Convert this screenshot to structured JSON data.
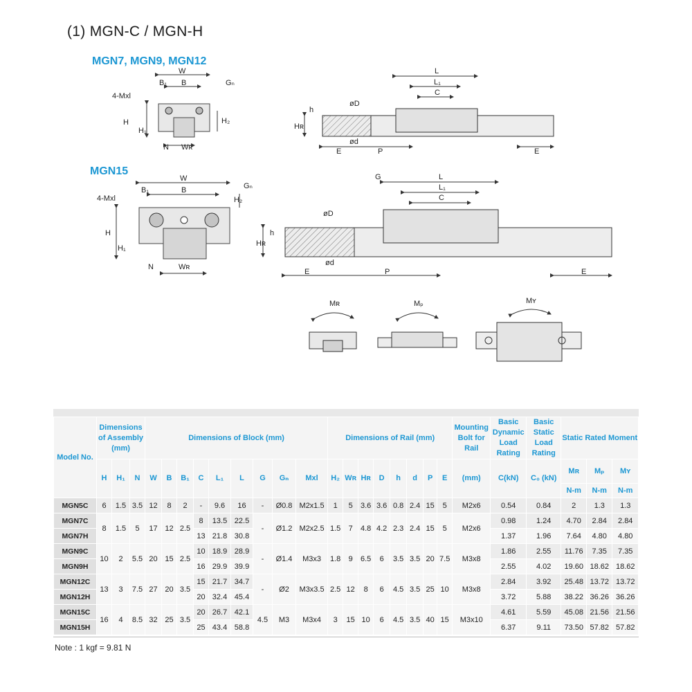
{
  "title": "(1) MGN-C / MGN-H",
  "diagram": {
    "sub1": "MGN7, MGN9, MGN12",
    "sub2": "MGN15",
    "labels": {
      "W": "W",
      "B": "B",
      "B1": "B₁",
      "Gn": "Gₙ",
      "Mxl": "4-Mxl",
      "H": "H",
      "H1": "H₁",
      "H2": "H₂",
      "N": "N",
      "WR": "Wʀ",
      "L": "L",
      "L1": "L₁",
      "C": "C",
      "phiD": "øD",
      "phid": "ød",
      "h": "h",
      "HR": "Hʀ",
      "E": "E",
      "P": "P",
      "G": "G",
      "MR": "Mʀ",
      "MP": "Mₚ",
      "MY": "Mʏ"
    }
  },
  "table": {
    "headers": {
      "model": "Model No.",
      "assembly": "Dimensions of Assembly (mm)",
      "block": "Dimensions of Block (mm)",
      "rail": "Dimensions of Rail (mm)",
      "bolt": "Mounting Bolt for Rail",
      "dynamic": "Basic Dynamic Load Rating",
      "static": "Basic Static Load Rating",
      "moment": "Static Rated Moment",
      "H": "H",
      "H1": "H₁",
      "N": "N",
      "W": "W",
      "B": "B",
      "B1": "B₁",
      "C": "C",
      "L1": "L₁",
      "L": "L",
      "G": "G",
      "Gn": "Gₙ",
      "Mxl": "Mxl",
      "H2": "H₂",
      "WR": "Wʀ",
      "HR": "Hʀ",
      "D": "D",
      "h": "h",
      "d": "d",
      "P": "P",
      "E": "E",
      "bolt_unit": "(mm)",
      "ckn": "C(kN)",
      "c0kn": "C₀ (kN)",
      "MR": "Mʀ",
      "MP": "Mₚ",
      "MY": "Mʏ",
      "nm1": "N-m",
      "nm2": "N-m",
      "nm3": "N-m"
    },
    "groups": [
      {
        "H": "6",
        "H1": "1.5",
        "N": "3.5",
        "W": "12",
        "B": "8",
        "B1": "2",
        "G": "-",
        "Gn": "Ø0.8",
        "Mxl": "M2x1.5",
        "H2": "1",
        "WR": "5",
        "HR": "3.6",
        "D": "3.6",
        "h": "0.8",
        "d": "2.4",
        "P": "15",
        "E": "5",
        "bolt": "M2x6",
        "rows": [
          {
            "model": "MGN5C",
            "C": "-",
            "L1": "9.6",
            "L": "16",
            "ckn": "0.54",
            "c0kn": "0.84",
            "MR": "2",
            "MP": "1.3",
            "MY": "1.3"
          }
        ]
      },
      {
        "H": "8",
        "H1": "1.5",
        "N": "5",
        "W": "17",
        "B": "12",
        "B1": "2.5",
        "G": "-",
        "Gn": "Ø1.2",
        "Mxl": "M2x2.5",
        "H2": "1.5",
        "WR": "7",
        "HR": "4.8",
        "D": "4.2",
        "h": "2.3",
        "d": "2.4",
        "P": "15",
        "E": "5",
        "bolt": "M2x6",
        "rows": [
          {
            "model": "MGN7C",
            "C": "8",
            "L1": "13.5",
            "L": "22.5",
            "ckn": "0.98",
            "c0kn": "1.24",
            "MR": "4.70",
            "MP": "2.84",
            "MY": "2.84"
          },
          {
            "model": "MGN7H",
            "C": "13",
            "L1": "21.8",
            "L": "30.8",
            "ckn": "1.37",
            "c0kn": "1.96",
            "MR": "7.64",
            "MP": "4.80",
            "MY": "4.80"
          }
        ]
      },
      {
        "H": "10",
        "H1": "2",
        "N": "5.5",
        "W": "20",
        "B": "15",
        "B1": "2.5",
        "G": "-",
        "Gn": "Ø1.4",
        "Mxl": "M3x3",
        "H2": "1.8",
        "WR": "9",
        "HR": "6.5",
        "D": "6",
        "h": "3.5",
        "d": "3.5",
        "P": "20",
        "E": "7.5",
        "bolt": "M3x8",
        "rows": [
          {
            "model": "MGN9C",
            "C": "10",
            "L1": "18.9",
            "L": "28.9",
            "ckn": "1.86",
            "c0kn": "2.55",
            "MR": "11.76",
            "MP": "7.35",
            "MY": "7.35"
          },
          {
            "model": "MGN9H",
            "C": "16",
            "L1": "29.9",
            "L": "39.9",
            "ckn": "2.55",
            "c0kn": "4.02",
            "MR": "19.60",
            "MP": "18.62",
            "MY": "18.62"
          }
        ]
      },
      {
        "H": "13",
        "H1": "3",
        "N": "7.5",
        "W": "27",
        "B": "20",
        "B1": "3.5",
        "G": "-",
        "Gn": "Ø2",
        "Mxl": "M3x3.5",
        "H2": "2.5",
        "WR": "12",
        "HR": "8",
        "D": "6",
        "h": "4.5",
        "d": "3.5",
        "P": "25",
        "E": "10",
        "bolt": "M3x8",
        "rows": [
          {
            "model": "MGN12C",
            "C": "15",
            "L1": "21.7",
            "L": "34.7",
            "ckn": "2.84",
            "c0kn": "3.92",
            "MR": "25.48",
            "MP": "13.72",
            "MY": "13.72"
          },
          {
            "model": "MGN12H",
            "C": "20",
            "L1": "32.4",
            "L": "45.4",
            "ckn": "3.72",
            "c0kn": "5.88",
            "MR": "38.22",
            "MP": "36.26",
            "MY": "36.26"
          }
        ]
      },
      {
        "H": "16",
        "H1": "4",
        "N": "8.5",
        "W": "32",
        "B": "25",
        "B1": "3.5",
        "G": "4.5",
        "Gn": "M3",
        "Mxl": "M3x4",
        "H2": "3",
        "WR": "15",
        "HR": "10",
        "D": "6",
        "h": "4.5",
        "d": "3.5",
        "P": "40",
        "E": "15",
        "bolt": "M3x10",
        "rows": [
          {
            "model": "MGN15C",
            "C": "20",
            "L1": "26.7",
            "L": "42.1",
            "ckn": "4.61",
            "c0kn": "5.59",
            "MR": "45.08",
            "MP": "21.56",
            "MY": "21.56"
          },
          {
            "model": "MGN15H",
            "C": "25",
            "L1": "43.4",
            "L": "58.8",
            "ckn": "6.37",
            "c0kn": "9.11",
            "MR": "73.50",
            "MP": "57.82",
            "MY": "57.82"
          }
        ]
      }
    ],
    "note": "Note : 1 kgf = 9.81 N"
  }
}
